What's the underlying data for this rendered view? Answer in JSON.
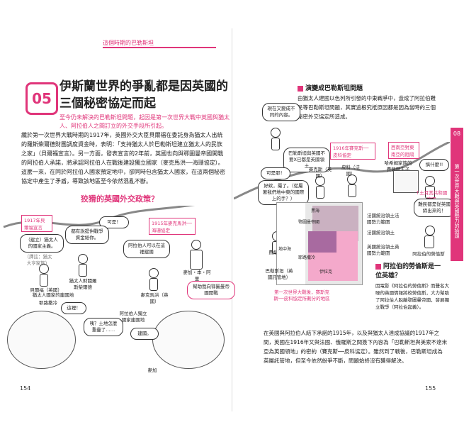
{
  "left_page": {
    "timeline_label": "這個時期的巴勒斯坦",
    "section_number": "05",
    "title": "伊斯蘭世界的爭亂都是因英國的三個秘密協定而起",
    "subtitle": "至今仍未解決的巴勒斯坦問題，起因是第一次世界大戰中英國與猶太人、阿拉伯人之間訂立的外交手段所引起。",
    "body": "纖於第一次世界大戰時期的1917年，英國外交大臣貝爾福在委託身為猶太人出統的羅斯柴爾德財團調度資金時，表明：「支持猶太人於巴勒斯坦建立猶太人的民族之家」（貝爾福宣言）。另一方面，發表宣言的2年前，英國也向與鄂圖曼帝國開戰的阿拉伯人承諾，將承認阿拉伯人在戰後建設獨立國家（麥克馬洪──海珊協定）。這麼一來，在同於阿拉伯人國家預定地中，卻同時包含猶太人國家，在這兩個秘密協定中產生了矛盾，導致該地區至今依然混亂不斷。",
    "section_heading": "狡猾的英國外交政策？",
    "box_1917": "1917年貝爾福宣言",
    "box_1915": "1915年麥克馬洪──海珊協定",
    "bubble_okay": "可是！",
    "bubble_jew_land": "（建立）猶太人的國家主義。",
    "bubble_fund": "都有說提供戰爭資金給你。",
    "bubble_arab": "阿拉伯人可以在這裡建國",
    "bubble_promise": "幫助我向鄂圖曼帝國開戰",
    "bubble_this": "這裡！",
    "bubble_land": "咦？土地怎麼重疊了……",
    "bubble_build": "建國。",
    "label_balfour": "貝爾福（英國）",
    "label_rothschild": "猶太人財閥羅斯柴爾德",
    "label_rothschild2": "（譯註：猶太大亨家族）",
    "label_mcmahon": "麥克馬洪（英國）",
    "label_hussein": "麥加・本・阿里",
    "label_jew_area": "猶太人國家的建國地",
    "label_jerusalem": "耶路撒冷",
    "label_arab_area": "阿拉伯人獨立國家建國地",
    "label_mecca": "麥加",
    "page_number": "154"
  },
  "right_page": {
    "section1_title": "演變成巴勒斯坦問題",
    "section1_body": "由猶太人建國以色列所引發的中東戰爭中，造成了阿拉伯難民等巴勒斯坦問題，其實追根究柢原因都是因為當時的三個秘密外交協定所造成。",
    "bubble_divide": "現在又變成不同的內容。",
    "bubble_france": "巴勒斯坦與英國不要X已都是英國領土",
    "bubble_ok": "可是耶！",
    "bubble_ultimately": "好欸，屬了。（從屬著我們地中東的國際上的手？）",
    "box_1916": "1916年賽克斯──皮科協定",
    "label_sykes": "賽克斯（英國）",
    "label_picot": "皮科（法國）",
    "label_west_front": "西南亞對東南亞的阻隔",
    "label_faisal": "哈希姆家族的費薩爾王子",
    "bubble_faisal": "搞什麼!!",
    "label_faisal_name": "費薩爾",
    "label_arab_king": "↑土耳其共和國建國",
    "bubble_lawrence": "難民都是從英國締出來的！",
    "label_lawrence_name": "阿拉伯的勞倫斯",
    "map_black_sea": "黑海",
    "map_ottoman": "鄂圖曼帝國",
    "map_mediterranean": "地中海",
    "map_jerusalem": "耶路撒冷",
    "map_palestine": "巴勒斯坦（英國託管地）",
    "map_iraq": "伊拉克",
    "map_legend_fr": "法國統治領土法國勢力範圍",
    "map_legend_cross": "法國統治領土",
    "map_legend_uk": "英國統治領土英國勢力範圍",
    "map_caption": "第一次世界大戰後，賽斯克斯──皮科協定所劃分的地區",
    "section2_title": "阿拉伯的勞倫斯是一位英雄？",
    "section2_body": "因電影《阿拉伯的勞倫斯》而聲名大噪的英國情報將校勞倫斯，大力幫助了阿拉伯人脫離鄂圖曼帝國，發展獨立戰爭（阿拉伯起義）。",
    "bottom_text": "在英國與阿拉伯人結下承諾的1915年，以及與猶太人達成協議的1917年之間，英國在1916年又與法國、俄羅斯之間簽下內容為「巴勒斯坦與美索不達米亞為英國領地」的密約（賽克斯──皮科協定）。雖然到了戰後，巴勒斯坦成為英屬託管地，但至今依然紛爭不斷，問題始終沒有獲得解決。",
    "side_tab_num": "08",
    "side_tab_text": "第一次世界大戰與英國勢力的抬頭",
    "page_number": "155"
  },
  "colors": {
    "accent": "#e0357a",
    "map_uk": "#f4a9cb",
    "map_fr": "#c2a2b6"
  }
}
